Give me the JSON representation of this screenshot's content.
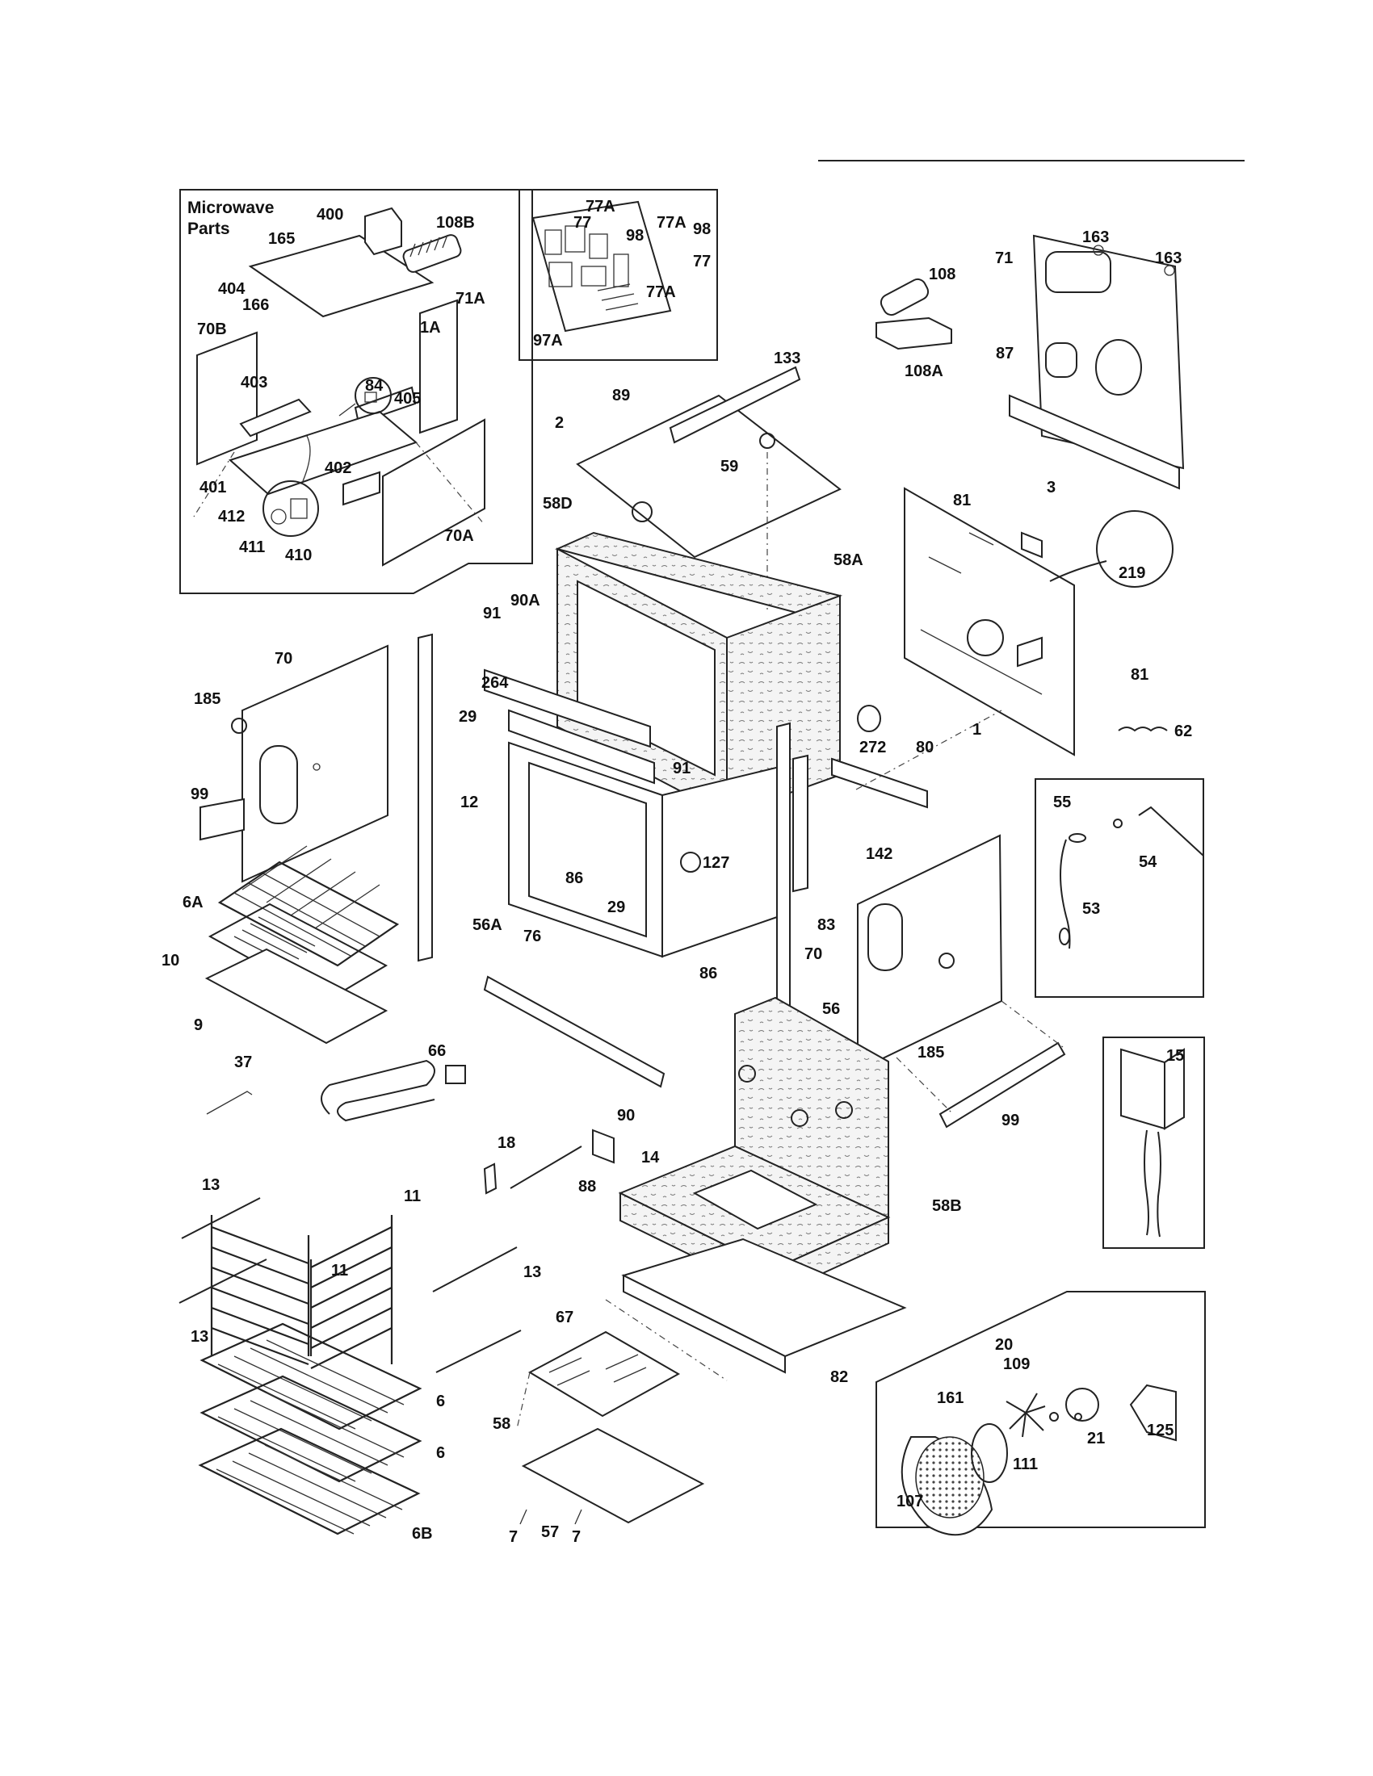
{
  "header": {
    "rule": true
  },
  "insets": {
    "microwave": {
      "title_line1": "Microwave",
      "title_line2": "Parts"
    }
  },
  "labels": {
    "p400": "400",
    "p108B": "108B",
    "p165": "165",
    "p404": "404",
    "p166": "166",
    "p71A": "71A",
    "p1A": "1A",
    "p70B": "70B",
    "p403": "403",
    "p84": "84",
    "p405": "405",
    "p402": "402",
    "p401": "401",
    "p412": "412",
    "p411": "411",
    "p410": "410",
    "p70A": "70A",
    "p77A_a": "77A",
    "p77": "77",
    "p98_a": "98",
    "p77A_b": "77A",
    "p98_b": "98",
    "p77_b": "77",
    "p77A_c": "77A",
    "p97A": "97A",
    "p163_a": "163",
    "p163_b": "163",
    "p71": "71",
    "p108": "108",
    "p108A": "108A",
    "p87": "87",
    "p133": "133",
    "p89": "89",
    "p2": "2",
    "p59": "59",
    "p58D": "58D",
    "p58A": "58A",
    "p81_a": "81",
    "p3": "3",
    "p219": "219",
    "p81_b": "81",
    "p62": "62",
    "p1": "1",
    "p80": "80",
    "p272": "272",
    "p142": "142",
    "p91_a": "91",
    "p90A": "90A",
    "p264": "264",
    "p29_a": "29",
    "p91_b": "91",
    "p12": "12",
    "p127": "127",
    "p86_a": "86",
    "p29_b": "29",
    "p76": "76",
    "p86_b": "86",
    "p83": "83",
    "p56": "56",
    "p56A": "56A",
    "p70_a": "70",
    "p185_a": "185",
    "p99_a": "99",
    "p6A": "6A",
    "p10": "10",
    "p9": "9",
    "p37": "37",
    "p66": "66",
    "p90": "90",
    "p18": "18",
    "p14": "14",
    "p88": "88",
    "p70_b": "70",
    "p185_b": "185",
    "p99_b": "99",
    "p58B": "58B",
    "p55": "55",
    "p54": "54",
    "p53": "53",
    "p15": "15",
    "p13_a": "13",
    "p11_a": "11",
    "p13_b": "13",
    "p11_b": "11",
    "p13_c": "13",
    "p6_a": "6",
    "p6_b": "6",
    "p6B": "6B",
    "p67": "67",
    "p58": "58",
    "p57": "57",
    "p7_a": "7",
    "p7_b": "7",
    "p82": "82",
    "p20": "20",
    "p109": "109",
    "p161": "161",
    "p21": "21",
    "p125": "125",
    "p111": "111",
    "p107": "107"
  }
}
